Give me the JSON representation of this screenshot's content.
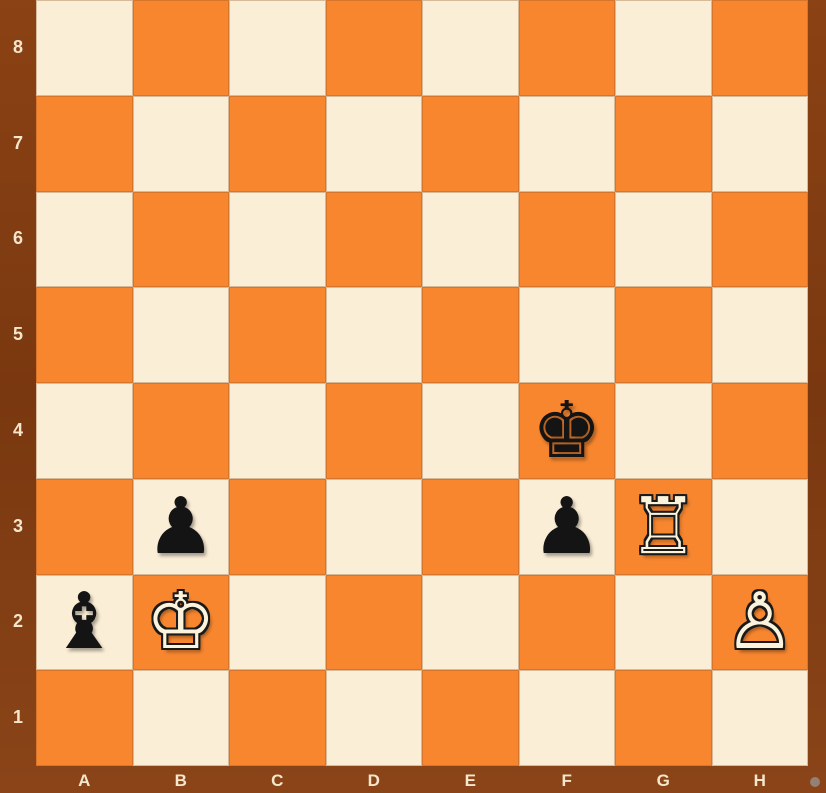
{
  "board": {
    "files": [
      "A",
      "B",
      "C",
      "D",
      "E",
      "F",
      "G",
      "H"
    ],
    "ranks": [
      "8",
      "7",
      "6",
      "5",
      "4",
      "3",
      "2",
      "1"
    ],
    "colors": {
      "light": "#fbeed6",
      "dark": "#f7862f",
      "frame": "#7a3a12"
    },
    "pieces": [
      {
        "square": "f4",
        "color": "black",
        "type": "king",
        "glyph": "♚"
      },
      {
        "square": "b3",
        "color": "black",
        "type": "pawn",
        "glyph": "♟"
      },
      {
        "square": "f3",
        "color": "black",
        "type": "pawn",
        "glyph": "♟"
      },
      {
        "square": "g3",
        "color": "white",
        "type": "rook",
        "glyph": "♖"
      },
      {
        "square": "a2",
        "color": "black",
        "type": "bishop",
        "glyph": "♝"
      },
      {
        "square": "b2",
        "color": "white",
        "type": "king",
        "glyph": "♔"
      },
      {
        "square": "h2",
        "color": "white",
        "type": "pawn",
        "glyph": "♙"
      }
    ]
  }
}
